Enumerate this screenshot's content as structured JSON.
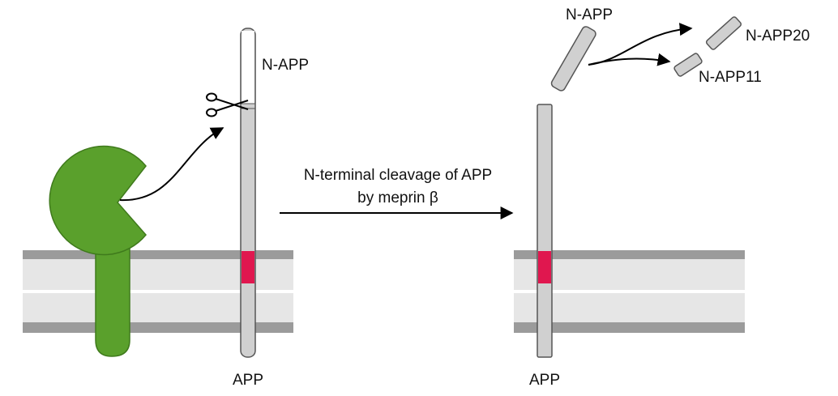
{
  "labels": {
    "n_app_left": "N-APP",
    "app_left": "APP",
    "process_line1": "N-terminal cleavage of APP",
    "process_line2": "by meprin β",
    "n_app_right": "N-APP",
    "n_app20": "N-APP20",
    "n_app11": "N-APP11",
    "app_right": "APP"
  },
  "colors": {
    "membrane_dark": "#9b9b9b",
    "membrane_light": "#e6e6e6",
    "meprin_green": "#5aa02c",
    "meprin_outline": "#3f7a1c",
    "app_gray": "#d0d0d0",
    "transmembrane_pink": "#e0174f"
  }
}
